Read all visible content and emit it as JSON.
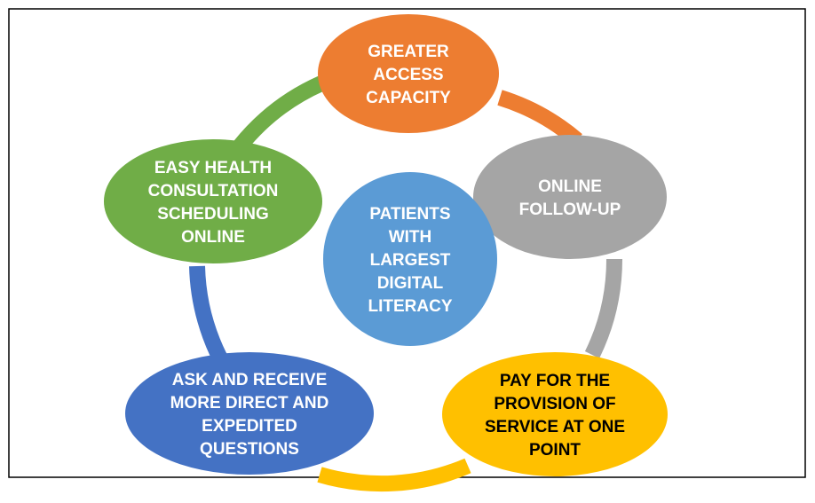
{
  "diagram": {
    "center": {
      "lines": [
        "PATIENTS",
        "WITH",
        "LARGEST",
        "DIGITAL",
        "LITERACY"
      ],
      "color": "#5B9BD5",
      "text_color": "#FFFFFF"
    },
    "nodes": [
      {
        "id": "greater-access",
        "lines": [
          "GREATER",
          "ACCESS",
          "CAPACITY"
        ],
        "color": "#ED7D31",
        "text_color": "#FFFFFF"
      },
      {
        "id": "online-follow-up",
        "lines": [
          "ONLINE",
          "FOLLOW-UP"
        ],
        "color": "#A5A5A5",
        "text_color": "#FFFFFF"
      },
      {
        "id": "pay-for-service",
        "lines": [
          "PAY FOR THE",
          "PROVISION OF",
          "SERVICE AT ONE",
          "POINT"
        ],
        "color": "#FFC000",
        "text_color": "#000000"
      },
      {
        "id": "ask-and-receive",
        "lines": [
          "ASK AND RECEIVE",
          "MORE DIRECT AND",
          "EXPEDITED",
          "QUESTIONS"
        ],
        "color": "#4472C4",
        "text_color": "#FFFFFF"
      },
      {
        "id": "easy-scheduling",
        "lines": [
          "EASY HEALTH",
          "CONSULTATION",
          "SCHEDULING",
          "ONLINE"
        ],
        "color": "#70AD47",
        "text_color": "#FFFFFF"
      }
    ]
  }
}
